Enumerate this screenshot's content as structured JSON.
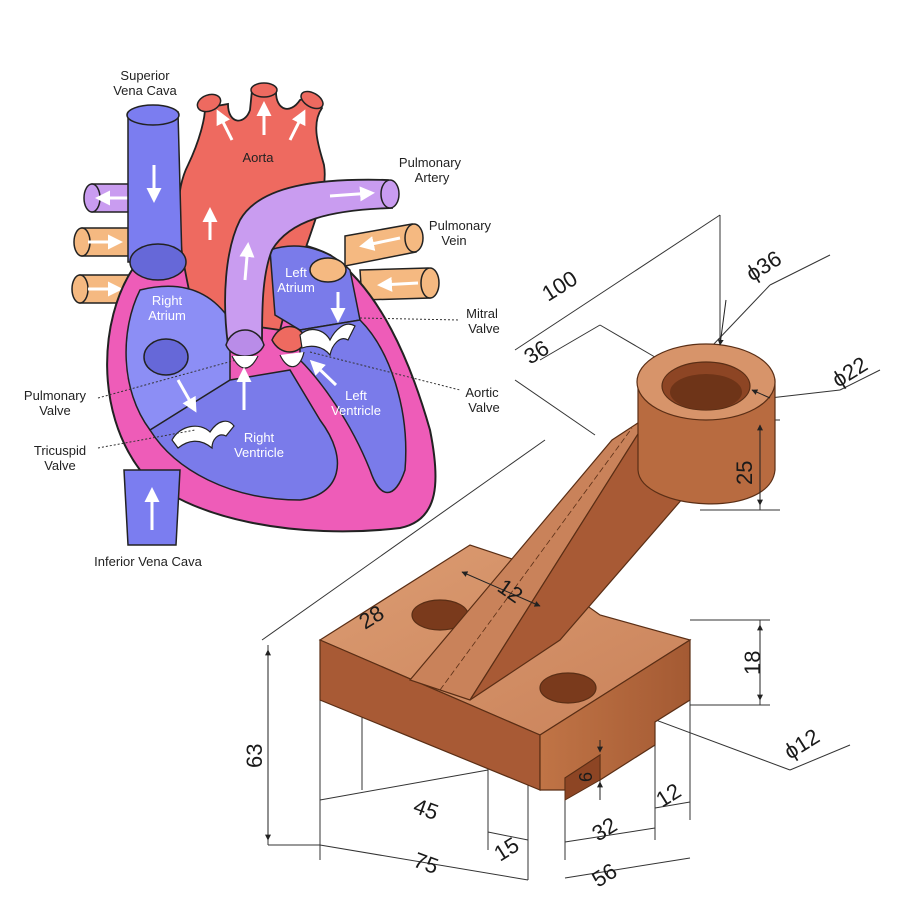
{
  "heart": {
    "labels": {
      "superior_vena_cava_1": "Superior",
      "superior_vena_cava_2": "Vena Cava",
      "aorta": "Aorta",
      "pulmonary_artery_1": "Pulmonary",
      "pulmonary_artery_2": "Artery",
      "pulmonary_vein_1": "Pulmonary",
      "pulmonary_vein_2": "Vein",
      "left_atrium_1": "Left",
      "left_atrium_2": "Atrium",
      "right_atrium_1": "Right",
      "right_atrium_2": "Atrium",
      "mitral_valve_1": "Mitral",
      "mitral_valve_2": "Valve",
      "pulmonary_valve_1": "Pulmonary",
      "pulmonary_valve_2": "Valve",
      "aortic_valve_1": "Aortic",
      "aortic_valve_2": "Valve",
      "left_ventricle_1": "Left",
      "left_ventricle_2": "Ventricle",
      "right_ventricle_1": "Right",
      "right_ventricle_2": "Ventricle",
      "tricuspid_valve_1": "Tricuspid",
      "tricuspid_valve_2": "Valve",
      "inferior_vena_cava": "Inferior Vena Cava"
    },
    "colors": {
      "vein_blue": "#7b7df0",
      "aorta_red": "#ee6a60",
      "pulmonary_purple": "#c99cf0",
      "pulmonary_vein_orange": "#f5b981",
      "wall_pink": "#ee5cb8",
      "right_chamber": "#8c8ef5",
      "left_chamber": "#7a7bea"
    }
  },
  "drawing": {
    "dimensions": {
      "d100": "100",
      "d36": "36",
      "phi36": "ϕ36",
      "phi22": "ϕ22",
      "d25": "25",
      "d12_rib": "12",
      "d28": "28",
      "d18": "18",
      "phi12": "ϕ12",
      "d63": "63",
      "d6": "6",
      "d45": "45",
      "d12_slot": "12",
      "d15": "15",
      "d32": "32",
      "d75": "75",
      "d56": "56"
    },
    "colors": {
      "wood_top": "#d7946a",
      "wood_front": "#a85a35",
      "wood_side": "#bf7045",
      "wood_dark": "#8d4524"
    }
  }
}
